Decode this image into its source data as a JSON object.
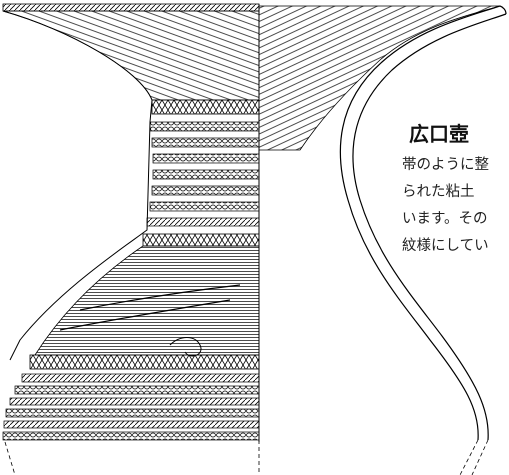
{
  "title": "広口壺",
  "description_lines": [
    "帯のように整",
    "られた粘土",
    "います。その",
    "紋様にしてい"
  ]
}
